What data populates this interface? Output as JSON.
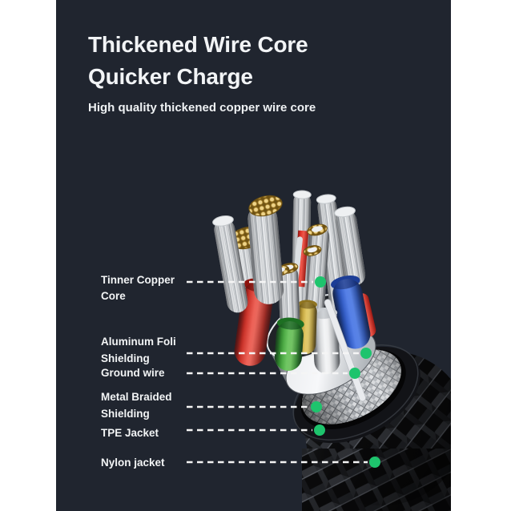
{
  "header": {
    "title_line1": "Thickened Wire Core",
    "title_line2": "Quicker Charge",
    "subtitle": "High quality thickened copper wire core"
  },
  "annotations": [
    {
      "lines": [
        "Tinner Copper",
        "Core"
      ]
    },
    {
      "lines": [
        "Aluminum Foli",
        "Shielding"
      ]
    },
    {
      "lines": [
        "Ground wire"
      ]
    },
    {
      "lines": [
        "Metal Braided",
        "Shielding"
      ]
    },
    {
      "lines": [
        "TPE Jacket"
      ]
    },
    {
      "lines": [
        "Nylon jacket"
      ]
    }
  ],
  "colors": {
    "panel_bg": "#20252f",
    "text": "#f2f4f6",
    "marker_green": "#1ec46d",
    "leader_dash": "#f5f5f5",
    "wire_red": "#d92a21",
    "wire_green": "#3aa63c",
    "wire_yellow": "#c9a93a",
    "wire_white": "#f0f2f3",
    "wire_blue": "#2f5fd7",
    "copper_gold": "#e9cd7a",
    "nylon_black": "#17181a"
  }
}
